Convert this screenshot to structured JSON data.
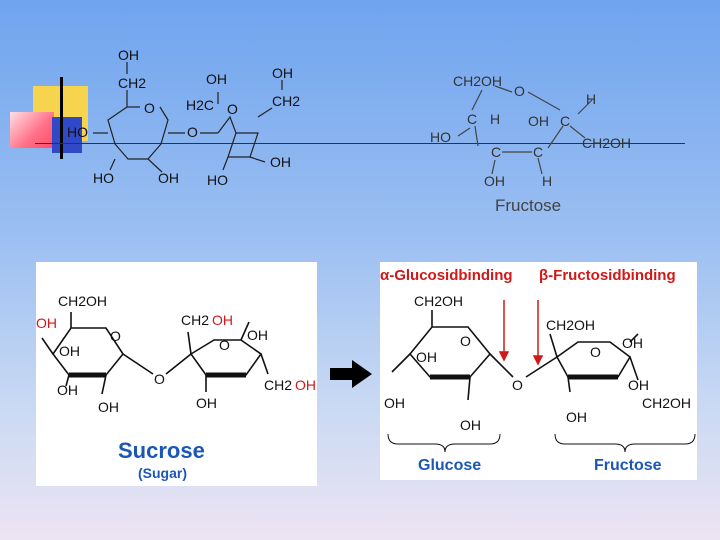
{
  "top_left_structure": {
    "labels": {
      "oh_top": "OH",
      "ch2": "CH2",
      "ring_o_left": "O",
      "oh_mid": "OH",
      "h2c": "H2C",
      "ring_o_right": "O",
      "oh_right_top": "OH",
      "ch2_right": "CH2",
      "ho_left": "HO",
      "bridge_o": "O",
      "ho_bottom_left": "HO",
      "oh_bottom": "OH",
      "ho_bottom_mid": "HO",
      "oh_bottom_right": "OH"
    }
  },
  "fructose_structure": {
    "labels": {
      "ch2oh_top": "CH2OH",
      "ring_o": "O",
      "h_right": "H",
      "c1": "C",
      "h1": "H",
      "oh_inner": "OH",
      "c2": "C",
      "ho_left": "HO",
      "ch2oh_right": "CH2OH",
      "c3": "C",
      "c4": "C",
      "oh_bottom": "OH",
      "h_bottom": "H"
    },
    "caption": "Fructose"
  },
  "sucrose_panel": {
    "labels": {
      "ch2oh_top": "CH2OH",
      "oh_red_left": "OH",
      "oh_ring": "OH",
      "ring_o_left": "O",
      "ch2_right": "CH2",
      "oh_red_right": "OH",
      "ring_o_right": "O",
      "oh_right": "OH",
      "oh_bottom_left": "OH",
      "oh_bottom_mid": "OH",
      "bridge_o": "O",
      "oh_bottom_right": "OH",
      "ch2_bottom": "CH2",
      "oh_red_bottom": "OH"
    },
    "title": "Sucrose",
    "subtitle": "(Sugar)"
  },
  "binding_panel": {
    "heading_left": "α-Glucosidbinding",
    "heading_right": "β-Fructosidbinding",
    "labels": {
      "ch2oh_top_left": "CH2OH",
      "ring_o_left": "O",
      "oh_ring_left": "OH",
      "oh_left_far": "OH",
      "oh_bottom_left": "OH",
      "ch2oh_top_right": "CH2OH",
      "ring_o_right": "O",
      "oh_top_right": "OH",
      "bridge_o": "O",
      "oh_right_bottom": "OH",
      "oh_bottom_right": "OH",
      "ch2oh_right": "CH2OH"
    },
    "caption_left": "Glucose",
    "caption_right": "Fructose"
  },
  "colors": {
    "title_blue": "#1c57b8",
    "accent_red": "#d21818",
    "bg_top": "#6fa4ee",
    "bg_bottom": "#ede4f3"
  }
}
